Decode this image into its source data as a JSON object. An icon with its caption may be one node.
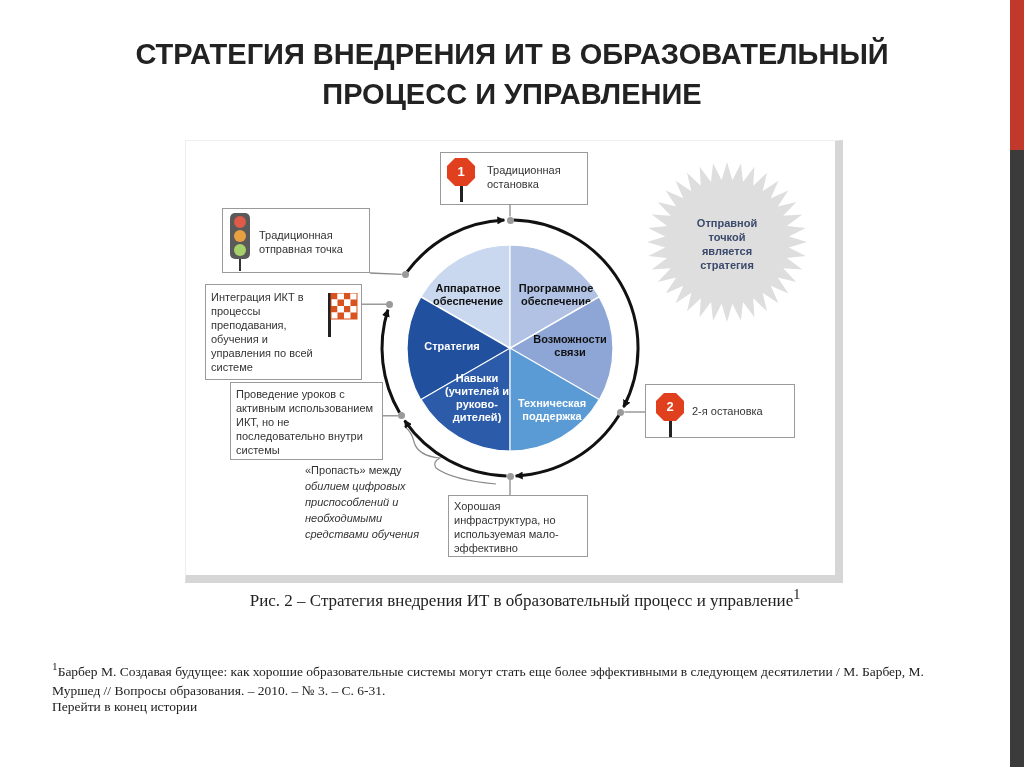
{
  "diagram": {
    "title": "СТРАТЕГИЯ ВНЕДРЕНИЯ ИТ В ОБРАЗОВАТЕЛЬНЫЙ ПРОЦЕСС И УПРАВЛЕНИЕ",
    "caption": "Рис. 2 – Стратегия внедрения ИТ в образовательный процесс и управление$^{1}$",
    "nodes": [
      {
        "text": [
          "Традиционная остановка"
        ]
      },
      {
        "text": [
          "1"
        ],
        "in": 0
      },
      {
        "text": [
          "Отправной точкой является стратегия"
        ]
      },
      {
        "text": [
          "Традиционная отправная точка"
        ]
      },
      {
        "text": [
          "Интеграция ИКТ в процессы преподавания, обучения и управления по всей системе"
        ]
      },
      {
        "text": [],
        "shape": "circle"
      },
      {
        "text": [
          "Аппаратное обеспечение"
        ],
        "in": 5
      },
      {
        "text": [
          "Программное обеспечение"
        ],
        "in": 5
      },
      {
        "text": [
          "Стратегия"
        ],
        "in": 5
      },
      {
        "text": [
          "Возможности связи"
        ],
        "in": 5
      },
      {
        "text": [
          "Навыки (учителей и руково-дителей)"
        ],
        "in": 5
      },
      {
        "text": [
          "Техническая поддержка"
        ],
        "in": 5
      },
      {
        "text": [
          "2-я остановка"
        ]
      },
      {
        "text": [
          "2"
        ],
        "in": 12
      },
      {
        "text": [
          "Проведение уроков с активным использованием ИКТ, но не последовательно внутри системы"
        ]
      },
      {
        "text": [
          "Хорошая инфраструктура, но используемая мало-эффективно"
        ]
      },
      {
        "text": [],
        "shape": "circle"
      },
      {
        "text": [],
        "shape": "circle"
      },
      {
        "text": [],
        "shape": "circle"
      },
      {
        "text": [],
        "shape": "circle"
      },
      {
        "text": [],
        "shape": "circle"
      },
      {
        "text": [],
        "shape": "circle"
      }
    ],
    "edges": [
      {
        "from": 0,
        "to": 16,
        "arrow": "none"
      },
      {
        "from": 3,
        "to": 17,
        "arrow": "none"
      },
      {
        "from": 4,
        "to": 18,
        "arrow": "none"
      },
      {
        "from": 12,
        "to": 19,
        "arrow": "none"
      },
      {
        "from": 14,
        "to": 20,
        "arrow": "none"
      },
      {
        "from": 15,
        "to": 21,
        "arrow": "none"
      },
      {
        "from": 17,
        "to": 16,
        "arrow": "to",
        "style": "thick",
        "color": "#111111"
      },
      {
        "from": 16,
        "to": 19,
        "arrow": "to",
        "style": "thick",
        "color": "#111111"
      },
      {
        "from": 19,
        "to": 21,
        "arrow": "to",
        "style": "thick",
        "color": "#111111"
      },
      {
        "from": 21,
        "to": 20,
        "arrow": "to",
        "style": "thick",
        "color": "#111111"
      },
      {
        "from": 20,
        "to": 18,
        "arrow": "to",
        "style": "thick",
        "color": "#111111"
      }
    ],
    "labels": [
      "«Пропасть» между *обилием цифровых приспособлений и необходимыми средствами обучения*",
      "$^{1}$Барбер М. Создавая будущее: как хорошие образовательные системы могут стать еще более эффективными в следующем десятилетии / М. Барбер, М. Муршед // Вопросы образования. – 2010. – № 3. – С. 6-31.",
      "Перейти в конец истории"
    ]
  }
}
